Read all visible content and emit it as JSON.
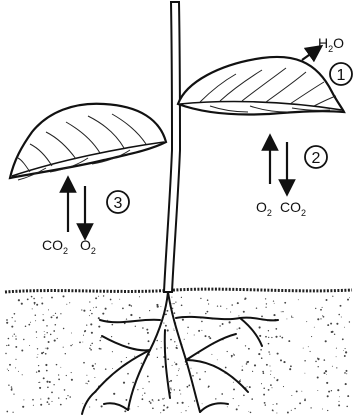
{
  "labels": {
    "transpiration": {
      "main": "H",
      "sub": "2",
      "tail": "O"
    },
    "marker_1": "1",
    "marker_2": "2",
    "marker_3": "3",
    "right_gases": {
      "first": {
        "main": "O",
        "sub": "2"
      },
      "second": {
        "main": "CO",
        "sub": "2"
      }
    },
    "left_gases": {
      "first": {
        "main": "CO",
        "sub": "2"
      },
      "second": {
        "main": "O",
        "sub": "2"
      }
    }
  }
}
